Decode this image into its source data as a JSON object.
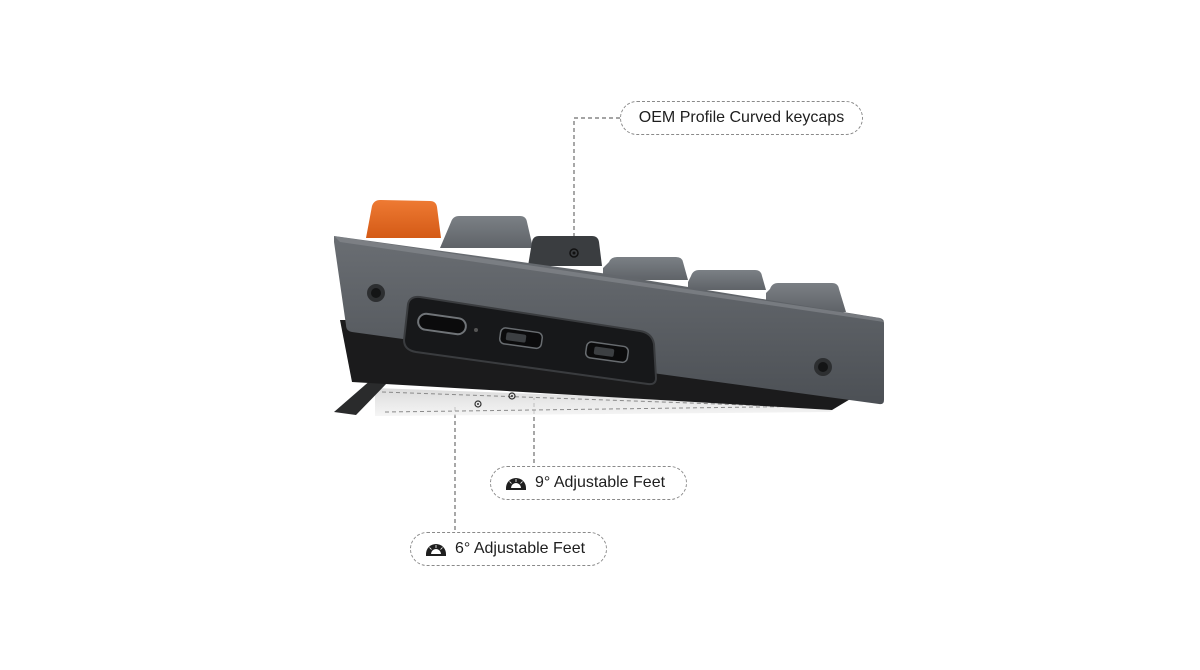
{
  "callouts": {
    "keycaps": "OEM Profile Curved keycaps",
    "feet_9": "9° Adjustable Feet",
    "feet_6": "6° Adjustable Feet"
  },
  "icons": {
    "feet_9": "protractor-icon",
    "feet_6": "protractor-icon"
  },
  "colors": {
    "keycap_accent": "#e0631b",
    "keycap_gray": "#6e7378",
    "body_gray": "#5b5f64",
    "base_black": "#1b1b1c"
  }
}
